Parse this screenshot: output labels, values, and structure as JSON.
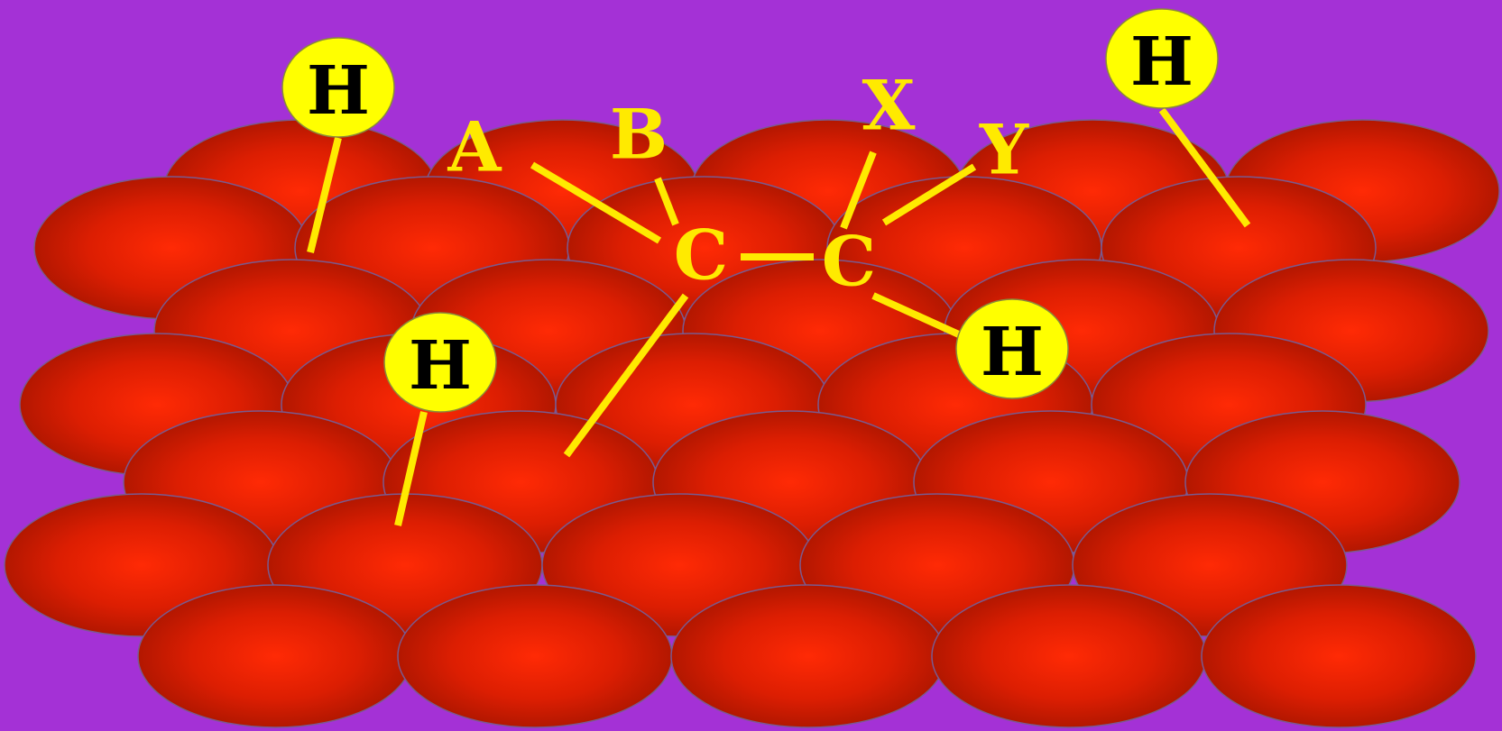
{
  "colors": {
    "background": "#a431d6",
    "surface_center": "#ff2a05",
    "surface_edge": "#a81500",
    "surface_outline": "#7a5a8e",
    "bond": "#ffea00",
    "h_atom_fill": "#ffff00",
    "h_atom_outline": "#8a8a3a",
    "h_atom_text": "#000000",
    "free_atom_text": "#ffea00"
  },
  "atoms": {
    "h_top_left": "H",
    "h_top_right": "H",
    "h_mid_left": "H",
    "h_mid_right": "H",
    "substituent_a": "A",
    "substituent_b": "B",
    "substituent_x": "X",
    "substituent_y": "Y",
    "carbon_left": "C",
    "carbon_right": "C"
  }
}
